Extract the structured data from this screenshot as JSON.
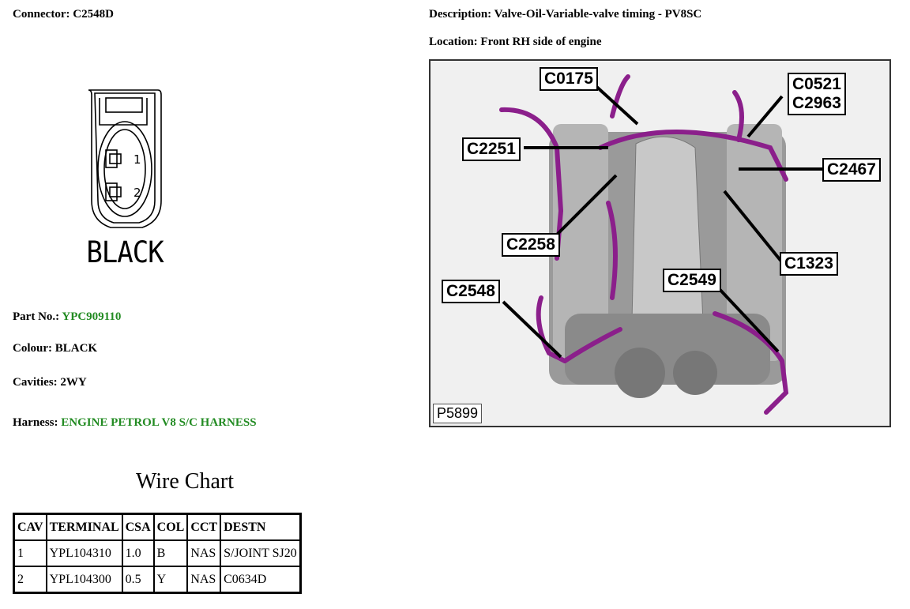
{
  "connector": {
    "label": "Connector:",
    "id": "C2548D",
    "color_text": "BLACK",
    "pin_labels": [
      "1",
      "2"
    ]
  },
  "details": {
    "part_no_label": "Part No.:",
    "part_no": "YPC909110",
    "colour_label": "Colour:",
    "colour": "BLACK",
    "cavities_label": "Cavities:",
    "cavities": "2WY",
    "harness_label": "Harness:",
    "harness": "ENGINE PETROL V8 S/C HARNESS",
    "accent_color": "#228b22"
  },
  "description": {
    "label": "Description:",
    "value": "Valve-Oil-Variable-valve timing - PV8SC",
    "location_label": "Location:",
    "location": "Front RH side of engine"
  },
  "image": {
    "id": "P5899",
    "callouts": [
      "C0175",
      "C0521",
      "C2963",
      "C2251",
      "C2467",
      "C2258",
      "C1323",
      "C2548",
      "C2549"
    ],
    "harness_color": "#8b1f8b"
  },
  "wire_chart": {
    "title": "Wire Chart",
    "headers": [
      "CAV",
      "TERMINAL",
      "CSA",
      "COL",
      "CCT",
      "DESTN"
    ],
    "rows": [
      [
        "1",
        "YPL104310",
        "1.0",
        "B",
        "NAS",
        "S/JOINT SJ20"
      ],
      [
        "2",
        "YPL104300",
        "0.5",
        "Y",
        "NAS",
        "C0634D"
      ]
    ]
  }
}
